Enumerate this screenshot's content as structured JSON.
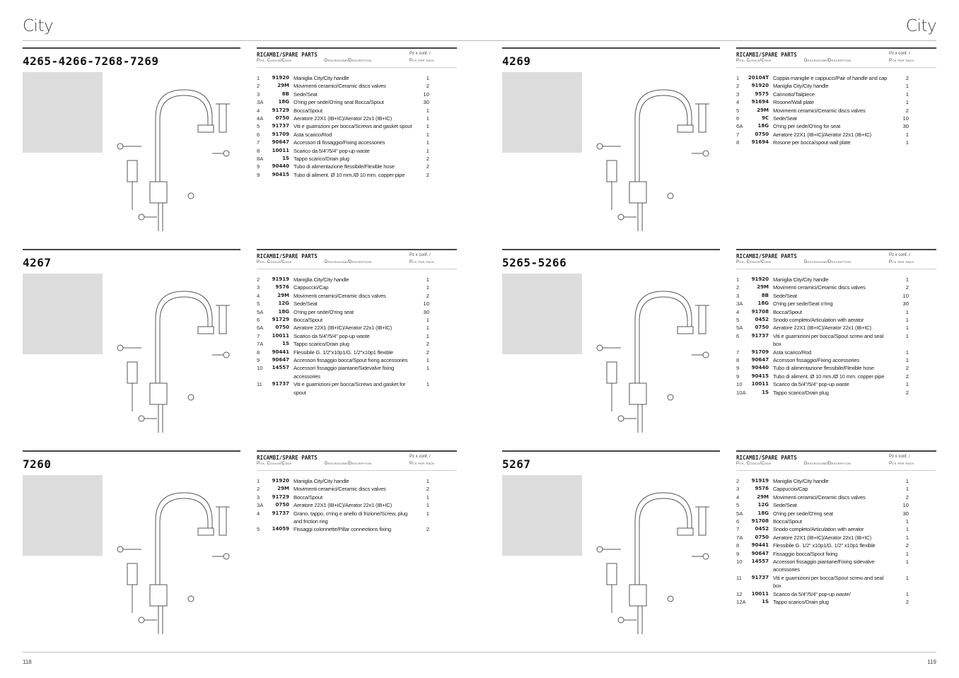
{
  "header": {
    "left": "City",
    "right": "City"
  },
  "footer": {
    "left_page": "118",
    "right_page": "119"
  },
  "table_labels": {
    "title": "RICAMBI/SPARE PARTS",
    "pz": "Pz x conf. /",
    "pos_code": "Pos. Codice/Code",
    "desc": "Descrizione/Description",
    "pcs": "Pcs per pack"
  },
  "blocks": [
    {
      "title": "4265-4266-7268-7269",
      "rows": [
        [
          "1",
          "91920",
          "Maniglia City/City handle",
          "1"
        ],
        [
          "2",
          "29M",
          "Movimenti ceramici/Ceramic discs valves",
          "2"
        ],
        [
          "3",
          "8B",
          "Sede/Seat",
          "10"
        ],
        [
          "3A",
          "18G",
          "O'ring per sede/O'ring seat Bocca/Spout",
          "30"
        ],
        [
          "4",
          "91729",
          "Bocca/Spout",
          "1"
        ],
        [
          "4A",
          "0750",
          "Aeratore 22X1 (IB+IC)/Aerator 22x1 (IB+IC)",
          "1"
        ],
        [
          "5",
          "91737",
          "Viti e guamizioni per bocca/Screws and gasket spout",
          "1"
        ],
        [
          "6",
          "91709",
          "Asta scarico/Rod",
          "1"
        ],
        [
          "7",
          "90647",
          "Accessori di fissaggio/Fixing accessories",
          "1"
        ],
        [
          "8",
          "10011",
          "Scarico da 5/4\"/5/4\" pop-up waste",
          "1"
        ],
        [
          "8A",
          "1S",
          "Tappo scarico/Drain plug",
          "2"
        ],
        [
          "9",
          "90440",
          "Tubo di alimentazione flessibile/Flexible hose",
          "2"
        ],
        [
          "9",
          "90415",
          "Tubo di aliment. Ø 10 mm./Ø 10 mm. copper pipe",
          "2"
        ]
      ]
    },
    {
      "title": "4269",
      "rows": [
        [
          "1",
          "20104T",
          "Coppia maniglie e cappucci/Pair of handle and cap",
          "2"
        ],
        [
          "2",
          "91920",
          "Maniglia City/City handle",
          "1"
        ],
        [
          "3",
          "9575",
          "Cannotto/Tailpiece",
          "1"
        ],
        [
          "4",
          "91694",
          "Rosone/Wall plate",
          "1"
        ],
        [
          "5",
          "29M",
          "Movimenti ceramici/Ceramic discs valves",
          "2"
        ],
        [
          "6",
          "9C",
          "Sede/Seat",
          "10"
        ],
        [
          "6A",
          "18G",
          "O'ring per sede/O'ring for seat",
          "30"
        ],
        [
          "7",
          "0750",
          "Aeratore 22X1 (IB+IC)/Aerator 22x1 (IB+IC)",
          "1"
        ],
        [
          "8",
          "91694",
          "Rosone per bocca/spout wall plate",
          "1"
        ]
      ]
    },
    {
      "title": "4267",
      "rows": [
        [
          "2",
          "91919",
          "Maniglia City/City handle",
          "1"
        ],
        [
          "3",
          "9576",
          "Cappuccio/Cap",
          "1"
        ],
        [
          "4",
          "29M",
          "Movimenti ceramici/Ceramic discs valves",
          "2"
        ],
        [
          "5",
          "12G",
          "Sede/Seat",
          "10"
        ],
        [
          "5A",
          "18G",
          "O'ring per sede/O'ring seat",
          "30"
        ],
        [
          "6",
          "91729",
          "Bocca/Spout",
          "1"
        ],
        [
          "6A",
          "0750",
          "Aeratore 22X1 (IB+IC)/Aerator 22x1 (IB+IC)",
          "1"
        ],
        [
          "7",
          "10011",
          "Scarico da 5/4\"/5/4\" pop-up waste",
          "1"
        ],
        [
          "7A",
          "1S",
          "Tappo scarico/Drain plug",
          "2"
        ],
        [
          "8",
          "90441",
          "Flessibile G. 1/2\"x10p1/G. 1/2\"x10p1 flexible",
          "2"
        ],
        [
          "9",
          "90647",
          "Accessori fissaggio bocca/Spout fixing accessories",
          "1"
        ],
        [
          "10",
          "14557",
          "Accessori fissaggio piantane/Sidevalve fixing accessories",
          "1"
        ],
        [
          "11",
          "91737",
          "Viti e guarnizioni per bocca/Screws and gasket for spout",
          "1"
        ]
      ]
    },
    {
      "title": "5265-5266",
      "rows": [
        [
          "1",
          "91920",
          "Maniglia City/City handle",
          "1"
        ],
        [
          "2",
          "29M",
          "Movimenti ceramici/Ceramic discs valves",
          "2"
        ],
        [
          "3",
          "8B",
          "Sede/Seat",
          "10"
        ],
        [
          "3A",
          "18G",
          "O'ring per sede/Seat o'ring",
          "30"
        ],
        [
          "4",
          "91708",
          "Bocca/Spout",
          "1"
        ],
        [
          "5",
          "0452",
          "Snodo completo/Articulation with aerator",
          "1"
        ],
        [
          "5A",
          "0750",
          "Aeratore 22X1 (IB+IC)/Aerator 22x1 (IB+IC)",
          "1"
        ],
        [
          "6",
          "91737",
          "Viti e guarnizioni per bocca/Spout screw and seal box",
          "1"
        ],
        [
          "7",
          "91709",
          "Asta scarico/Rod",
          "1"
        ],
        [
          "8",
          "90647",
          "Accessori fissaggio/Fixing accessories",
          "1"
        ],
        [
          "9",
          "90440",
          "Tubo di alimentazione flessibile/Flexible hose",
          "2"
        ],
        [
          "9",
          "90415",
          "Tubo di aliment. Ø 10 mm./Ø 10 mm. copper pipe",
          "2"
        ],
        [
          "10",
          "10011",
          "Scarico da 5/4\"/5/4\" pop-up waste",
          "1"
        ],
        [
          "10A",
          "1S",
          "Tappo scarico/Drain plug",
          "2"
        ]
      ]
    },
    {
      "title": "7260",
      "rows": [
        [
          "1",
          "91920",
          "Maniglia City/City handle",
          "1"
        ],
        [
          "2",
          "29M",
          "Movimenti ceramici/Ceramic discs valves",
          "2"
        ],
        [
          "3",
          "91729",
          "Bocca/Spout",
          "1"
        ],
        [
          "3A",
          "0750",
          "Aeratore 22X1 (IB+IC)/Aerator 22x1 (IB+IC)",
          "1"
        ],
        [
          "4",
          "91737",
          "Grano, tappo, o'ring e anello di frizione/Screw, plug and friction ring",
          "1"
        ],
        [
          "5",
          "14059",
          "Fissaggi colonnette/Pillar connections fixing",
          "2"
        ]
      ]
    },
    {
      "title": "5267",
      "rows": [
        [
          "2",
          "91919",
          "Maniglia City/City handle",
          "1"
        ],
        [
          "3",
          "9576",
          "Cappuccio/Cap",
          "1"
        ],
        [
          "4",
          "29M",
          "Movimenti ceramici/Ceramic discs valves",
          "2"
        ],
        [
          "5",
          "12G",
          "Sede/Seat",
          "10"
        ],
        [
          "5A",
          "18G",
          "O'ring per sede/O'ring seat",
          "30"
        ],
        [
          "6",
          "91708",
          "Bocca/Spout",
          "1"
        ],
        [
          "7",
          "0452",
          "Snodo completo/Articulation with aerator",
          "1"
        ],
        [
          "7A",
          "0750",
          "Aeratore 22X1 (IB+IC)/Aerator 22x1 (IB+IC)",
          "1"
        ],
        [
          "8",
          "90441",
          "Flessibile G. 1/2\" x10p1/G. 1/2\" x10p1 flexible",
          "2"
        ],
        [
          "9",
          "90647",
          "Fissaggio bocca/Spout fixing",
          "1"
        ],
        [
          "10",
          "14557",
          "Accessori fissaggio piantane/Fixing sidevalve accessories",
          "1"
        ],
        [
          "11",
          "91737",
          "Viti e guarnizioni per bocca/Spout screw and seal box",
          "1"
        ],
        [
          "12",
          "10011",
          "Scarico da 5/4\"/5/4\" pop-up waste/",
          "1"
        ],
        [
          "12A",
          "1S",
          "Tappo scarico/Drain plug",
          "2"
        ]
      ]
    }
  ]
}
